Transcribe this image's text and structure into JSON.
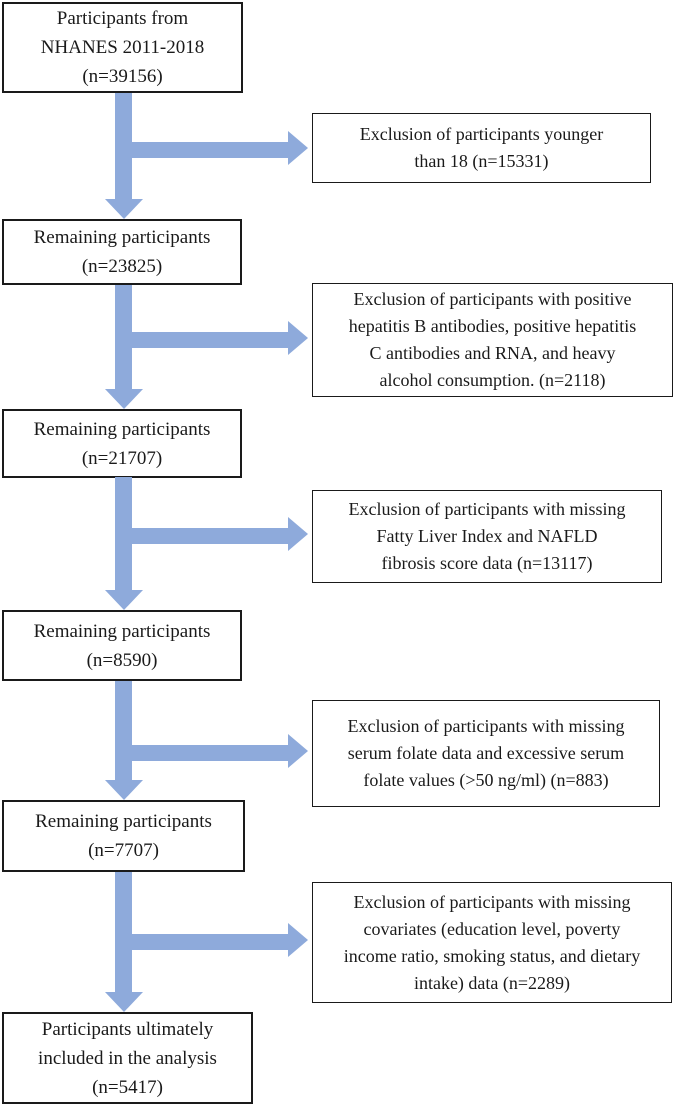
{
  "flowchart": {
    "title": "NHANES participant selection flow diagram",
    "colors": {
      "arrow": "#8EAADB",
      "box_border": "#1a1a1a",
      "background": "#ffffff"
    },
    "main_boxes": [
      {
        "text": "Participants from\nNHANES 2011-2018\n(n=39156)"
      },
      {
        "text": "Remaining participants\n(n=23825)"
      },
      {
        "text": "Remaining participants\n(n=21707)"
      },
      {
        "text": "Remaining participants\n(n=8590)"
      },
      {
        "text": "Remaining participants\n(n=7707)"
      },
      {
        "text": "Participants ultimately\nincluded in the analysis\n(n=5417)"
      }
    ],
    "exclusion_boxes": [
      {
        "text": "Exclusion of participants younger\nthan 18 (n=15331)"
      },
      {
        "text": "Exclusion of participants with positive\nhepatitis B antibodies, positive hepatitis\nC antibodies and RNA, and heavy\nalcohol consumption. (n=2118)"
      },
      {
        "text": "Exclusion of participants with missing\nFatty Liver Index and NAFLD\nfibrosis score data (n=13117)"
      },
      {
        "text": "Exclusion of participants with missing\nserum folate data and excessive serum\nfolate values (>50 ng/ml) (n=883)"
      },
      {
        "text": "Exclusion of participants with missing\ncovariates (education level, poverty\nincome ratio, smoking status, and dietary\nintake) data (n=2289)"
      }
    ]
  }
}
